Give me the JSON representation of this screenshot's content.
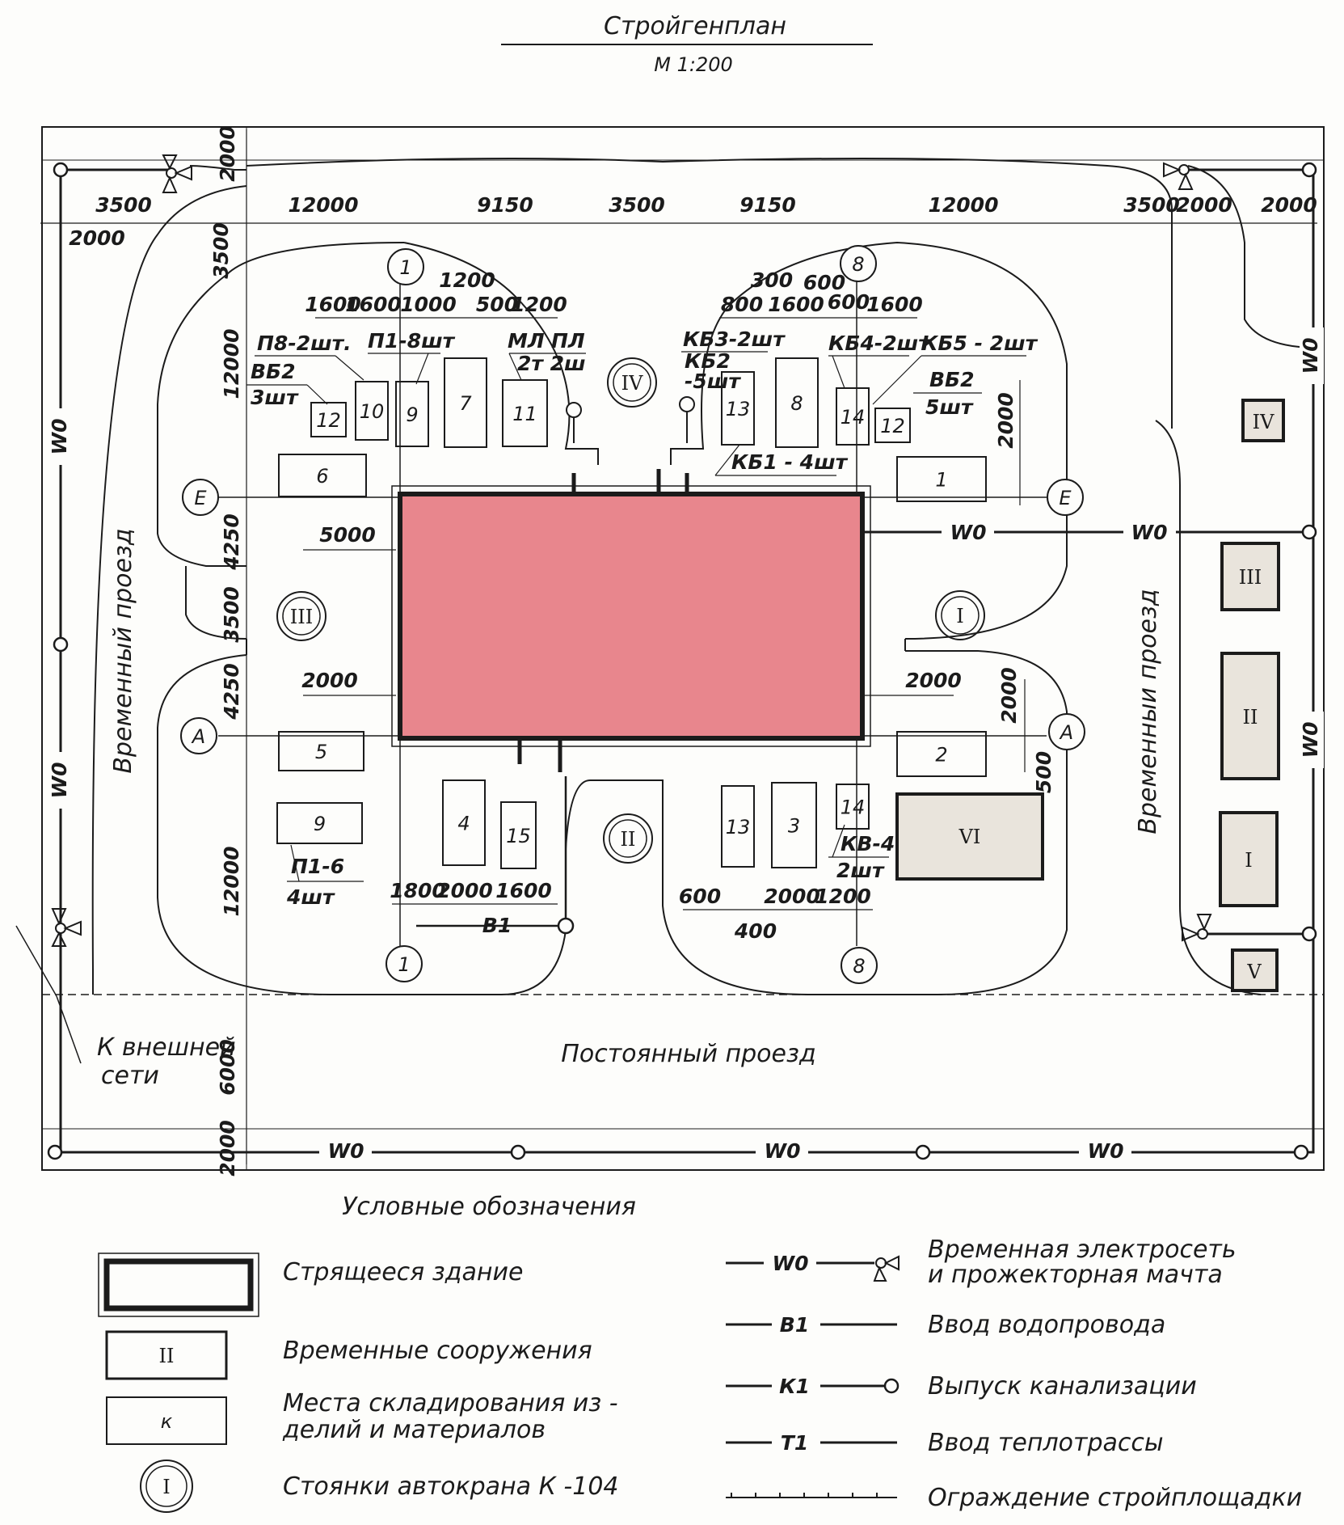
{
  "title": "Стройгенплан",
  "scale": "М 1:200",
  "site": {
    "axes": {
      "axis_1": "1",
      "axis_8": "8",
      "axis_E": "Е",
      "axis_A": "А"
    },
    "top_dims": [
      "12000",
      "9150",
      "3500",
      "9150",
      "12000"
    ],
    "left_top_dims": [
      "3500",
      "2000"
    ],
    "right_top_dims": [
      "3500",
      "2000",
      "2000"
    ],
    "vertical_dims_left": {
      "top_margin": "2000",
      "top_road": "3500",
      "upper": "12000",
      "e_zone": "4250",
      "mid": "3500",
      "a_zone": "4250",
      "lower": "12000",
      "road": "6000",
      "bottom_margin": "2000"
    },
    "dims_upper_left": [
      "1600",
      "1600",
      "1000",
      "1200",
      "500",
      "1200"
    ],
    "dims_upper_right": [
      "300",
      "600",
      "800",
      "1600",
      "600",
      "1600"
    ],
    "dims_lower_left": [
      "1800",
      "2000",
      "1600"
    ],
    "dims_lower_right": [
      "600",
      "400",
      "2000",
      "1200"
    ],
    "dim_e_left": "5000",
    "dim_a_left": "2000",
    "dim_a_right": "2000",
    "dim_e_right_v": "2000",
    "dim_a_right_v1": "2000",
    "dim_a_right_v2": "500",
    "storage": [
      "1",
      "2",
      "3",
      "4",
      "5",
      "6",
      "7",
      "8",
      "9",
      "9",
      "10",
      "11",
      "12",
      "12",
      "13",
      "13",
      "14",
      "14",
      "15"
    ],
    "storage_notes": {
      "p8": "П8-2шт.",
      "vb2_left": "ВБ2",
      "vb2_left_qty": "3шт",
      "p1": "П1-8шт",
      "ml": "МЛ",
      "pl": "ПЛ",
      "ml_qty": "2т 2ш",
      "kb3": "КБ3-2шт",
      "kb2": "КБ2",
      "kb2_qty": "-5шт",
      "kb4": "КБ4-2шт",
      "kb5": "КБ5 - 2шт",
      "vb2_right": "ВБ2",
      "vb2_right_qty": "5шт",
      "kb1": "КБ1 - 4шт",
      "p16": "П1-6",
      "p16_qty": "4шт",
      "kv4": "КВ-4",
      "kv4_qty": "2шт"
    },
    "crane_stops": [
      "I",
      "II",
      "III",
      "IV"
    ],
    "temp_buildings": [
      "I",
      "II",
      "III",
      "IV",
      "V",
      "VI"
    ],
    "roads": {
      "left": "Временный проезд",
      "right": "Временныи проезд",
      "bottom": "Постоянный проезд"
    },
    "external_network": [
      "К внешней",
      "сети"
    ],
    "wire_labels": [
      "W0",
      "W0",
      "W0",
      "W0",
      "W0",
      "W0",
      "W0",
      "W0",
      "W0"
    ],
    "water_label": "В1"
  },
  "legend": {
    "title": "Условные обозначения",
    "items": {
      "building": "Стрящееся здание",
      "temp": "Временные сооружения",
      "temp_symbol": "II",
      "storage": "Места складирования из -",
      "storage_2": "делий и материалов",
      "storage_symbol": "к",
      "crane": "Стоянки автокрана К -104",
      "crane_symbol": "I",
      "power": "Временная электросеть",
      "power_2": "и прожекторная мачта",
      "power_code": "W0",
      "water": "Ввод водопровода",
      "water_code": "В1",
      "sewer": "Выпуск канализации",
      "sewer_code": "К1",
      "heat": "Ввод теплотрассы",
      "heat_code": "Т1",
      "fence": "Ограждение стройплощадки"
    }
  },
  "colors": {
    "building_fill": "#e8868d",
    "ink": "#1b1b1b",
    "paper": "#fdfdfb",
    "temp_fill": "#e9e4dc"
  },
  "icons": [
    "floodlight-mast-icon",
    "sewer-outlet-icon"
  ]
}
